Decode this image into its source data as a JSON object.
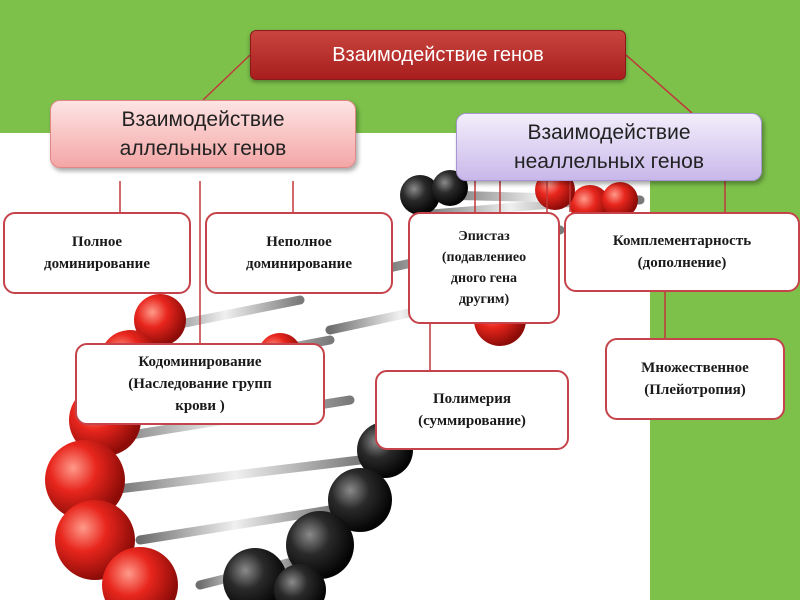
{
  "title": "Взаимодействие генов",
  "categories": {
    "allelic": "Взаимодействие\nаллельных генов",
    "nonallelic": "Взаимодействие\nнеаллельных генов"
  },
  "leaves": {
    "complete_dominance": "Полное\nдоминирование",
    "incomplete_dominance": "Неполное\nдоминирование",
    "epistasis": "Эпистаз\n(подавлениео\nдного гена\nдругим)",
    "complementarity": "Комплементарность\n(дополнение)",
    "codominance": "Кодоминирование\n(Наследование групп\nкрови )",
    "polymery": "Полимерия\n(суммирование)",
    "multiple": "Множественное\n(Плейотропия)"
  },
  "colors": {
    "accent_green": "#7dc14b",
    "title_red": "#b52a27",
    "connector": "#c0393b",
    "dna_red": "#e0241c",
    "dna_dark": "#1c1c1c"
  }
}
